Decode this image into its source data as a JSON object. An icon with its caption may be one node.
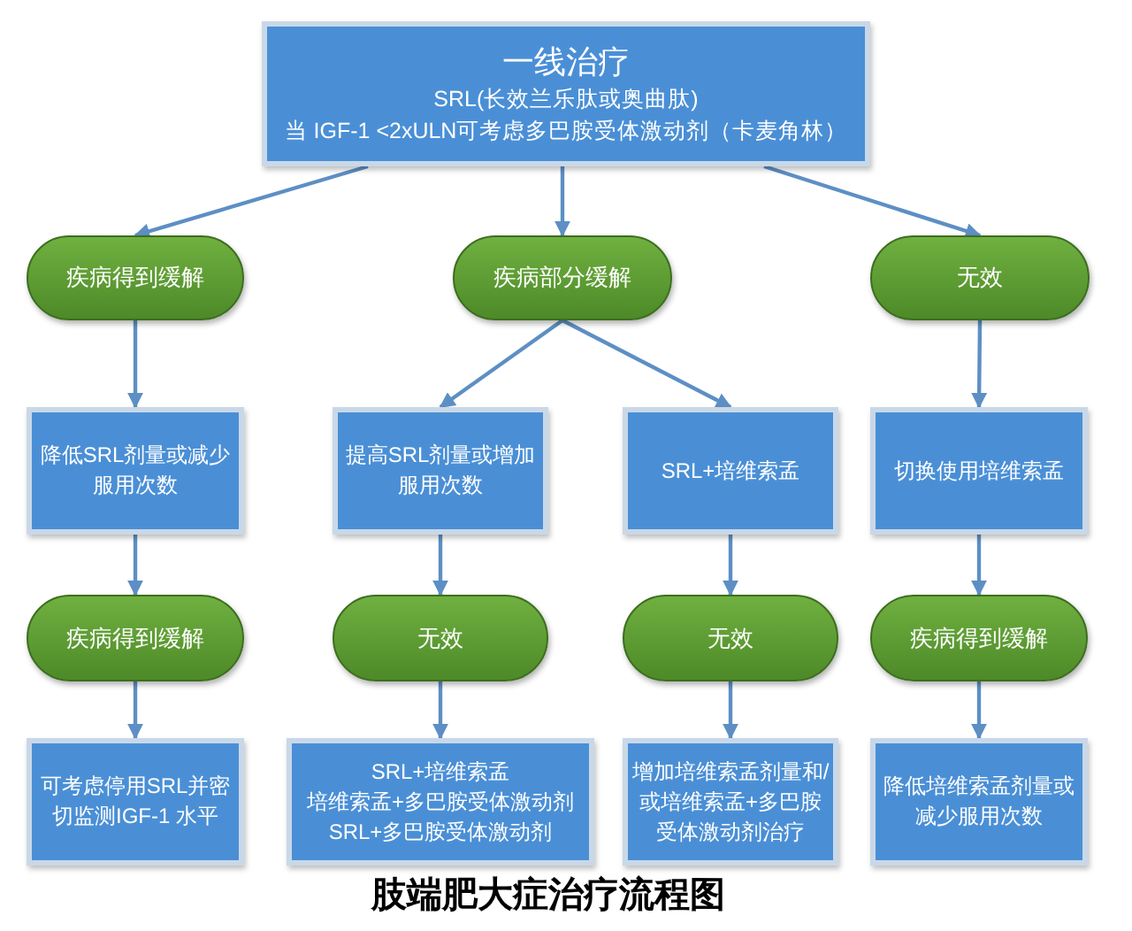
{
  "diagram": {
    "caption": "肢端肥大症治疗流程图",
    "nodes": [
      {
        "text": [
          "一线治疗",
          "SRL(长效兰乐肽或奥曲肽)",
          "当 IGF-1 <2xULN可考虑多巴胺受体激动剂（卡麦角林）"
        ]
      },
      {
        "text": [
          "疾病得到缓解"
        ]
      },
      {
        "text": [
          "疾病部分缓解"
        ]
      },
      {
        "text": [
          "无效"
        ]
      },
      {
        "text": [
          "降低SRL剂量或减少服用次数"
        ]
      },
      {
        "text": [
          "提高SRL剂量或增加服用次数"
        ]
      },
      {
        "text": [
          "SRL+培维索孟"
        ]
      },
      {
        "text": [
          "切换使用培维索孟"
        ]
      },
      {
        "text": [
          "疾病得到缓解"
        ]
      },
      {
        "text": [
          "无效"
        ]
      },
      {
        "text": [
          "无效"
        ]
      },
      {
        "text": [
          "疾病得到缓解"
        ]
      },
      {
        "text": [
          "可考虑停用SRL并密切监测IGF-1 水平"
        ]
      },
      {
        "text": [
          "SRL+培维索孟",
          "培维索孟+多巴胺受体激动剂",
          "SRL+多巴胺受体激动剂"
        ]
      },
      {
        "text": [
          "增加培维索孟剂量和/或培维索孟+多巴胺受体激动剂治疗"
        ]
      },
      {
        "text": [
          "降低培维索孟剂量或减少服用次数"
        ]
      }
    ],
    "edges": [
      {
        "from": 0,
        "to": 1,
        "arrow": "to"
      },
      {
        "from": 0,
        "to": 2,
        "arrow": "to"
      },
      {
        "from": 0,
        "to": 3,
        "arrow": "to"
      },
      {
        "from": 1,
        "to": 4,
        "arrow": "to"
      },
      {
        "from": 2,
        "to": 5,
        "arrow": "to"
      },
      {
        "from": 2,
        "to": 6,
        "arrow": "to"
      },
      {
        "from": 3,
        "to": 7,
        "arrow": "to"
      },
      {
        "from": 4,
        "to": 8,
        "arrow": "to"
      },
      {
        "from": 5,
        "to": 9,
        "arrow": "to"
      },
      {
        "from": 6,
        "to": 10,
        "arrow": "to"
      },
      {
        "from": 7,
        "to": 11,
        "arrow": "to"
      },
      {
        "from": 8,
        "to": 12,
        "arrow": "to"
      },
      {
        "from": 9,
        "to": 13,
        "arrow": "to"
      },
      {
        "from": 10,
        "to": 14,
        "arrow": "to"
      },
      {
        "from": 11,
        "to": 15,
        "arrow": "to"
      }
    ]
  }
}
